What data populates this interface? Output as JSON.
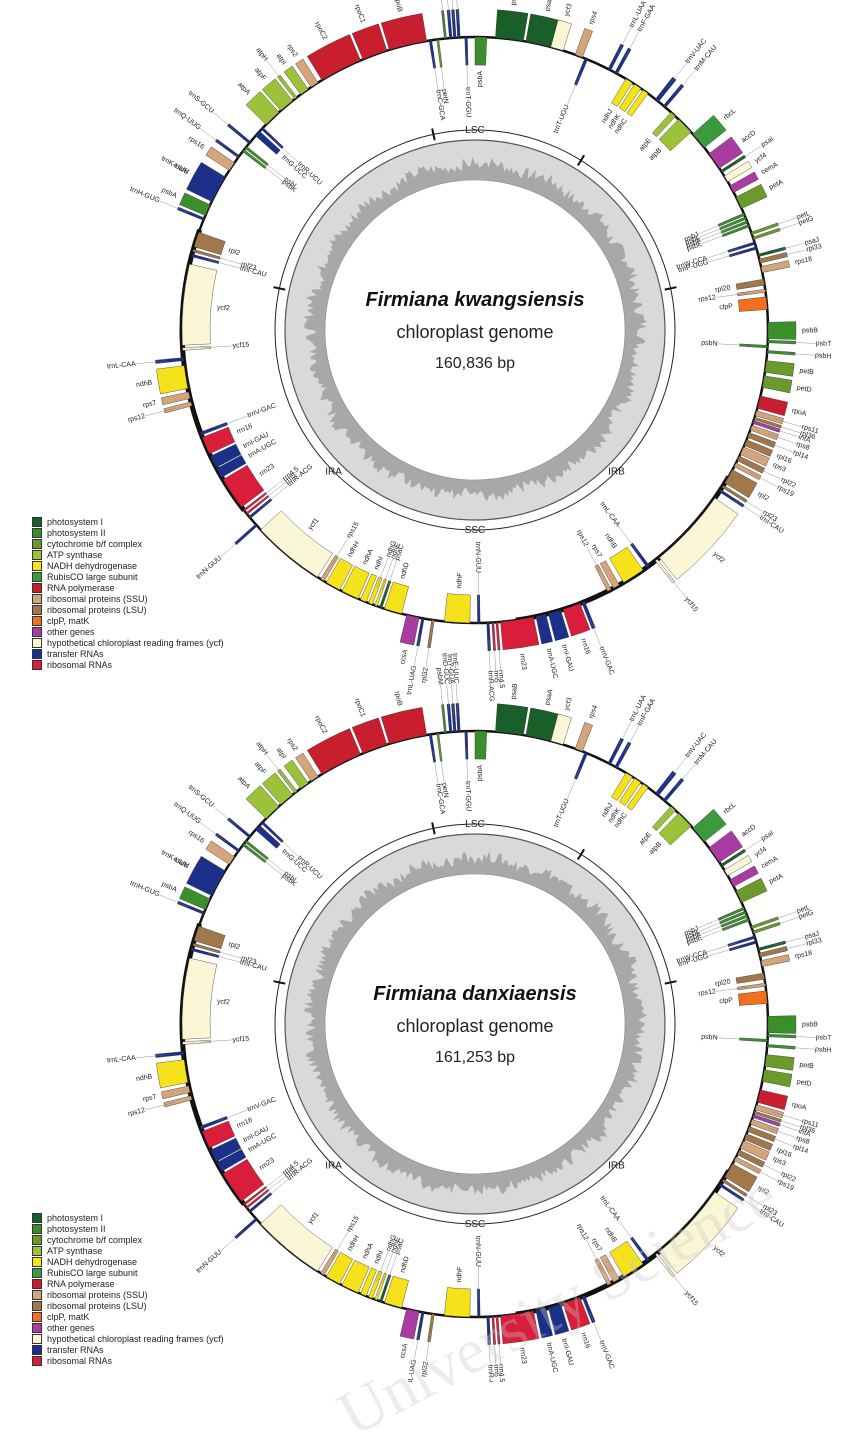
{
  "colors": {
    "photosystem_I": "#1a5e2a",
    "photosystem_II": "#3a8f2a",
    "cytochrome": "#6a9b2a",
    "atp": "#9cc23a",
    "ndh": "#f5e21a",
    "rubisco": "#3c9a3c",
    "rnapol": "#c81e2d",
    "rps": "#d4a57a",
    "rpl": "#a0784a",
    "clp": "#f07020",
    "other": "#a83ca0",
    "ycf": "#fbf6d6",
    "trna": "#1c2f8a",
    "rrna": "#d81e3a"
  },
  "legend": [
    {
      "label": "photosystem I",
      "color": "#1a5e2a"
    },
    {
      "label": "photosystem II",
      "color": "#3a8f2a"
    },
    {
      "label": "cytochrome b/f complex",
      "color": "#6a9b2a"
    },
    {
      "label": "ATP synthase",
      "color": "#9cc23a"
    },
    {
      "label": "NADH dehydrogenase",
      "color": "#f5e21a"
    },
    {
      "label": "RubisCO large subunit",
      "color": "#3c9a3c"
    },
    {
      "label": "RNA polymerase",
      "color": "#c81e2d"
    },
    {
      "label": "ribosomal proteins (SSU)",
      "color": "#d4a57a"
    },
    {
      "label": "ribosomal proteins (LSU)",
      "color": "#a0784a"
    },
    {
      "label": "clpP, matK",
      "color": "#f07020"
    },
    {
      "label": "other genes",
      "color": "#a83ca0"
    },
    {
      "label": "hypothetical chloroplast reading frames (ycf)",
      "color": "#fbf6d6"
    },
    {
      "label": "transfer RNAs",
      "color": "#1c2f8a"
    },
    {
      "label": "ribosomal RNAs",
      "color": "#d81e3a"
    }
  ],
  "maps": [
    {
      "species": "Firmiana kwangsiensis",
      "subtitle": "chloroplast genome",
      "length": "160,836 bp",
      "regions": {
        "lsc": "LSC",
        "irb": "IRB",
        "ssc": "SSC",
        "ira": "IRA"
      }
    },
    {
      "species": "Firmiana danxiaensis",
      "subtitle": "chloroplast genome",
      "length": "161,253 bp",
      "regions": {
        "lsc": "LSC",
        "irb": "IRB",
        "ssc": "SSC",
        "ira": "IRA"
      }
    }
  ],
  "genes": [
    {
      "name": "psbA",
      "a": 0,
      "w": 2.3,
      "side": "in",
      "cat": "photosystem_II"
    },
    {
      "name": "psaB",
      "a": 4,
      "w": 5.5,
      "side": "out",
      "cat": "photosystem_I"
    },
    {
      "name": "psaA",
      "a": 10,
      "w": 5.5,
      "side": "out",
      "cat": "photosystem_I"
    },
    {
      "name": "ycf3",
      "a": 15,
      "w": 2.5,
      "side": "out",
      "cat": "ycf"
    },
    {
      "name": "rps4",
      "a": 20,
      "w": 1.5,
      "side": "out",
      "cat": "rps"
    },
    {
      "name": "trnT-UGU",
      "a": 22,
      "w": 0.6,
      "side": "in",
      "cat": "trna"
    },
    {
      "name": "trnL-UAA",
      "a": 27,
      "w": 0.6,
      "side": "out",
      "cat": "trna"
    },
    {
      "name": "trnF-GAA",
      "a": 28.5,
      "w": 0.6,
      "side": "out",
      "cat": "trna"
    },
    {
      "name": "ndhJ",
      "a": 31,
      "w": 1.5,
      "side": "in",
      "cat": "ndh"
    },
    {
      "name": "ndhK",
      "a": 33,
      "w": 1.5,
      "side": "in",
      "cat": "ndh"
    },
    {
      "name": "ndhC",
      "a": 35,
      "w": 1.2,
      "side": "in",
      "cat": "ndh"
    },
    {
      "name": "trnV-UAC",
      "a": 38,
      "w": 0.8,
      "side": "out",
      "cat": "trna"
    },
    {
      "name": "trnM-CAU",
      "a": 40,
      "w": 0.6,
      "side": "out",
      "cat": "trna"
    },
    {
      "name": "atpE",
      "a": 42,
      "w": 1.2,
      "side": "in",
      "cat": "atp"
    },
    {
      "name": "atpB",
      "a": 44,
      "w": 3.5,
      "side": "in",
      "cat": "atp"
    },
    {
      "name": "rbcL",
      "a": 48,
      "w": 3.5,
      "side": "out",
      "cat": "rubisco"
    },
    {
      "name": "accD",
      "a": 53,
      "w": 3.5,
      "side": "out",
      "cat": "other"
    },
    {
      "name": "psaI",
      "a": 57,
      "w": 0.5,
      "side": "out",
      "cat": "photosystem_I"
    },
    {
      "name": "ycf4",
      "a": 58.3,
      "w": 1.3,
      "side": "out",
      "cat": "ycf"
    },
    {
      "name": "cemA",
      "a": 60.5,
      "w": 1.5,
      "side": "out",
      "cat": "other"
    },
    {
      "name": "petA",
      "a": 63,
      "w": 2.5,
      "side": "out",
      "cat": "cytochrome"
    },
    {
      "name": "psbJ",
      "a": 66.5,
      "w": 0.5,
      "side": "in",
      "cat": "photosystem_II"
    },
    {
      "name": "psbL",
      "a": 67.3,
      "w": 0.5,
      "side": "in",
      "cat": "photosystem_II"
    },
    {
      "name": "psbF",
      "a": 68.1,
      "w": 0.5,
      "side": "in",
      "cat": "photosystem_II"
    },
    {
      "name": "psbE",
      "a": 68.9,
      "w": 0.5,
      "side": "in",
      "cat": "photosystem_II"
    },
    {
      "name": "petL",
      "a": 70.5,
      "w": 0.5,
      "side": "out",
      "cat": "cytochrome"
    },
    {
      "name": "petG",
      "a": 71.5,
      "w": 0.5,
      "side": "out",
      "cat": "cytochrome"
    },
    {
      "name": "trnW-CCA",
      "a": 72.5,
      "w": 0.5,
      "side": "in",
      "cat": "trna"
    },
    {
      "name": "trnP-UGG",
      "a": 73.5,
      "w": 0.5,
      "side": "in",
      "cat": "trna"
    },
    {
      "name": "psaJ",
      "a": 75,
      "w": 0.5,
      "side": "out",
      "cat": "photosystem_I"
    },
    {
      "name": "rpl33",
      "a": 76,
      "w": 0.8,
      "side": "out",
      "cat": "rpl"
    },
    {
      "name": "rps18",
      "a": 77.5,
      "w": 1.2,
      "side": "out",
      "cat": "rps"
    },
    {
      "name": "rpl20",
      "a": 80,
      "w": 1.2,
      "side": "in",
      "cat": "rpl"
    },
    {
      "name": "rps12",
      "a": 82,
      "w": 0.6,
      "side": "in",
      "cat": "rps"
    },
    {
      "name": "clpP",
      "a": 83.5,
      "w": 2.5,
      "side": "in",
      "cat": "clp"
    },
    {
      "name": "psbB",
      "a": 88.5,
      "w": 3.2,
      "side": "out",
      "cat": "photosystem_II"
    },
    {
      "name": "psbT",
      "a": 92,
      "w": 0.5,
      "side": "out",
      "cat": "photosystem_II"
    },
    {
      "name": "psbN",
      "a": 93,
      "w": 0.5,
      "side": "in",
      "cat": "photosystem_II"
    },
    {
      "name": "psbH",
      "a": 94,
      "w": 0.5,
      "side": "out",
      "cat": "photosystem_II"
    },
    {
      "name": "petB",
      "a": 96,
      "w": 2.3,
      "side": "out",
      "cat": "cytochrome"
    },
    {
      "name": "petD",
      "a": 99,
      "w": 2.3,
      "side": "out",
      "cat": "cytochrome"
    },
    {
      "name": "rpoA",
      "a": 103,
      "w": 2.5,
      "side": "out",
      "cat": "rnapol"
    },
    {
      "name": "rps11",
      "a": 106,
      "w": 1.0,
      "side": "out",
      "cat": "rps"
    },
    {
      "name": "rpl36",
      "a": 107.3,
      "w": 0.5,
      "side": "out",
      "cat": "rpl"
    },
    {
      "name": "infA",
      "a": 108,
      "w": 0.6,
      "side": "out",
      "cat": "other"
    },
    {
      "name": "rps8",
      "a": 109,
      "w": 1.0,
      "side": "out",
      "cat": "rps"
    },
    {
      "name": "rpl14",
      "a": 110.5,
      "w": 1.0,
      "side": "out",
      "cat": "rpl"
    },
    {
      "name": "rpl16",
      "a": 112,
      "w": 1.2,
      "side": "out",
      "cat": "rpl"
    },
    {
      "name": "rps3",
      "a": 113.5,
      "w": 1.6,
      "side": "out",
      "cat": "rps"
    },
    {
      "name": "rpl22",
      "a": 115.5,
      "w": 1.0,
      "side": "out",
      "cat": "rpl"
    },
    {
      "name": "rps19",
      "a": 117,
      "w": 0.8,
      "side": "out",
      "cat": "rps"
    },
    {
      "name": "rpl2",
      "a": 118.5,
      "w": 3.0,
      "side": "out",
      "cat": "rpl"
    },
    {
      "name": "rpl23",
      "a": 122,
      "w": 0.5,
      "side": "out",
      "cat": "rpl"
    },
    {
      "name": "trnI-CAU",
      "a": 123,
      "w": 0.5,
      "side": "out",
      "cat": "trna"
    },
    {
      "name": "ycf2",
      "a": 125,
      "w": 16,
      "side": "out",
      "cat": "ycf"
    },
    {
      "name": "ycf15",
      "a": 141.5,
      "w": 0.5,
      "side": "out",
      "cat": "ycf"
    },
    {
      "name": "trnL-CAA",
      "a": 143.5,
      "w": 0.6,
      "side": "in",
      "cat": "trna"
    },
    {
      "name": "ndhB",
      "a": 145,
      "w": 4.5,
      "side": "in",
      "cat": "ndh"
    },
    {
      "name": "rps7",
      "a": 150.5,
      "w": 1.3,
      "side": "in",
      "cat": "rps"
    },
    {
      "name": "rps12",
      "a": 152.3,
      "w": 0.8,
      "side": "in",
      "cat": "rps"
    },
    {
      "name": "trnV-GAC",
      "a": 158,
      "w": 0.6,
      "side": "out",
      "cat": "trna"
    },
    {
      "name": "rrn16",
      "a": 159,
      "w": 3.5,
      "side": "out",
      "cat": "rrna"
    },
    {
      "name": "trnI-GAU",
      "a": 163,
      "w": 2.5,
      "side": "out",
      "cat": "trna"
    },
    {
      "name": "trnA-UGC",
      "a": 166,
      "w": 2.0,
      "side": "out",
      "cat": "trna"
    },
    {
      "name": "rrn23",
      "a": 168.5,
      "w": 6.5,
      "side": "out",
      "cat": "rrna"
    },
    {
      "name": "rrn4.5",
      "a": 175.5,
      "w": 0.4,
      "side": "out",
      "cat": "rrna"
    },
    {
      "name": "rrn5",
      "a": 176.3,
      "w": 0.4,
      "side": "out",
      "cat": "rrna"
    },
    {
      "name": "trnR-ACG",
      "a": 177.2,
      "w": 0.5,
      "side": "out",
      "cat": "trna"
    },
    {
      "name": "trnN-GUU",
      "a": 179,
      "w": 0.5,
      "side": "in",
      "cat": "trna"
    },
    {
      "name": "ndhF",
      "a": 181,
      "w": 5.0,
      "side": "in",
      "cat": "ndh"
    },
    {
      "name": "rpl32",
      "a": 188,
      "w": 0.5,
      "side": "out",
      "cat": "rpl"
    },
    {
      "name": "trnL-UAG",
      "a": 190,
      "w": 0.5,
      "side": "out",
      "cat": "trna"
    },
    {
      "name": "ccsA",
      "a": 191,
      "w": 2.5,
      "side": "out",
      "cat": "other"
    },
    {
      "name": "ndhD",
      "a": 194.5,
      "w": 3.5,
      "side": "in",
      "cat": "ndh"
    },
    {
      "name": "psaC",
      "a": 198.5,
      "w": 0.5,
      "side": "in",
      "cat": "photosystem_I"
    },
    {
      "name": "ndhE",
      "a": 199.5,
      "w": 0.5,
      "side": "in",
      "cat": "ndh"
    },
    {
      "name": "ndhG",
      "a": 200.5,
      "w": 0.8,
      "side": "in",
      "cat": "ndh"
    },
    {
      "name": "ndhI",
      "a": 201.8,
      "w": 1.2,
      "side": "in",
      "cat": "ndh"
    },
    {
      "name": "ndhA",
      "a": 203.5,
      "w": 3.5,
      "side": "in",
      "cat": "ndh"
    },
    {
      "name": "ndhH",
      "a": 207.5,
      "w": 3.0,
      "side": "in",
      "cat": "ndh"
    },
    {
      "name": "rps15",
      "a": 211,
      "w": 0.8,
      "side": "in",
      "cat": "rps"
    },
    {
      "name": "ycf1",
      "a": 212.5,
      "w": 14.5,
      "side": "in",
      "cat": "ycf"
    },
    {
      "name": "trnN-GUU",
      "a": 228,
      "w": 0.5,
      "side": "out",
      "cat": "trna"
    },
    {
      "name": "trnR-ACG",
      "a": 230,
      "w": 0.5,
      "side": "in",
      "cat": "trna"
    },
    {
      "name": "rrn5",
      "a": 231,
      "w": 0.4,
      "side": "in",
      "cat": "rrna"
    },
    {
      "name": "rrn4.5",
      "a": 231.8,
      "w": 0.4,
      "side": "in",
      "cat": "rrna"
    },
    {
      "name": "rrn23",
      "a": 232.8,
      "w": 6.5,
      "side": "in",
      "cat": "rrna"
    },
    {
      "name": "trnA-UGC",
      "a": 239.8,
      "w": 2.0,
      "side": "in",
      "cat": "trna"
    },
    {
      "name": "trnI-GAU",
      "a": 242,
      "w": 2.5,
      "side": "in",
      "cat": "trna"
    },
    {
      "name": "rrn16",
      "a": 245,
      "w": 3.5,
      "side": "in",
      "cat": "rrna"
    },
    {
      "name": "trnV-GAC",
      "a": 249,
      "w": 0.6,
      "side": "in",
      "cat": "trna"
    },
    {
      "name": "rps12",
      "a": 255,
      "w": 0.8,
      "side": "out",
      "cat": "rps"
    },
    {
      "name": "rps7",
      "a": 256.5,
      "w": 1.3,
      "side": "out",
      "cat": "rps"
    },
    {
      "name": "ndhB",
      "a": 258.5,
      "w": 4.5,
      "side": "out",
      "cat": "ndh"
    },
    {
      "name": "trnL-CAA",
      "a": 264,
      "w": 0.6,
      "side": "out",
      "cat": "trna"
    },
    {
      "name": "ycf15",
      "a": 266,
      "w": 0.5,
      "side": "in",
      "cat": "ycf"
    },
    {
      "name": "ycf2",
      "a": 267,
      "w": 16,
      "side": "in",
      "cat": "ycf"
    },
    {
      "name": "trnI-CAU",
      "a": 284.5,
      "w": 0.5,
      "side": "in",
      "cat": "trna"
    },
    {
      "name": "rpl23",
      "a": 285.5,
      "w": 0.5,
      "side": "in",
      "cat": "rpl"
    },
    {
      "name": "rpl2",
      "a": 286.5,
      "w": 3.0,
      "side": "in",
      "cat": "rpl"
    },
    {
      "name": "trnH-GUG",
      "a": 292,
      "w": 0.5,
      "side": "out",
      "cat": "trna"
    },
    {
      "name": "psbA",
      "a": 293,
      "w": 2.3,
      "side": "out",
      "cat": "photosystem_II"
    },
    {
      "name": "matK",
      "a": 297,
      "w": 3.5,
      "side": "out",
      "cat": "clp"
    },
    {
      "name": "trnK-UUU",
      "a": 296,
      "w": 5.5,
      "side": "out",
      "cat": "trna"
    },
    {
      "name": "rps16",
      "a": 303,
      "w": 1.8,
      "side": "out",
      "cat": "rps"
    },
    {
      "name": "trnQ-UUG",
      "a": 306,
      "w": 0.5,
      "side": "out",
      "cat": "trna"
    },
    {
      "name": "psbK",
      "a": 307.5,
      "w": 0.5,
      "side": "in",
      "cat": "photosystem_II"
    },
    {
      "name": "psbI",
      "a": 308.3,
      "w": 0.5,
      "side": "in",
      "cat": "photosystem_II"
    },
    {
      "name": "trnS-GCU",
      "a": 309.5,
      "w": 0.5,
      "side": "out",
      "cat": "trna"
    },
    {
      "name": "trnG-UCC",
      "a": 311.5,
      "w": 1.2,
      "side": "in",
      "cat": "trna"
    },
    {
      "name": "trnR-UCU",
      "a": 313.2,
      "w": 0.5,
      "side": "in",
      "cat": "trna"
    },
    {
      "name": "atpA",
      "a": 314.5,
      "w": 3.5,
      "side": "out",
      "cat": "atp"
    },
    {
      "name": "atpF",
      "a": 318.5,
      "w": 3.0,
      "side": "out",
      "cat": "atp"
    },
    {
      "name": "atpH",
      "a": 322,
      "w": 0.6,
      "side": "out",
      "cat": "atp"
    },
    {
      "name": "atpI",
      "a": 323.5,
      "w": 1.8,
      "side": "out",
      "cat": "atp"
    },
    {
      "name": "rps2",
      "a": 326,
      "w": 1.6,
      "side": "out",
      "cat": "rps"
    },
    {
      "name": "rpoC2",
      "a": 328.5,
      "w": 8.5,
      "side": "out",
      "cat": "rnapol"
    },
    {
      "name": "rpoC1",
      "a": 337.5,
      "w": 5.0,
      "side": "out",
      "cat": "rnapol"
    },
    {
      "name": "rpoB",
      "a": 343,
      "w": 7.5,
      "side": "out",
      "cat": "rnapol"
    },
    {
      "name": "trnC-GCA",
      "a": 351,
      "w": 0.5,
      "side": "in",
      "cat": "trna"
    },
    {
      "name": "petN",
      "a": 352.5,
      "w": 0.4,
      "side": "in",
      "cat": "cytochrome"
    },
    {
      "name": "psbM",
      "a": 354,
      "w": 0.4,
      "side": "out",
      "cat": "photosystem_II"
    },
    {
      "name": "trnD-GUC",
      "a": 355,
      "w": 0.5,
      "side": "out",
      "cat": "trna"
    },
    {
      "name": "trnY-GUA",
      "a": 355.8,
      "w": 0.5,
      "side": "out",
      "cat": "trna"
    },
    {
      "name": "trnE-UUC",
      "a": 356.6,
      "w": 0.5,
      "side": "out",
      "cat": "trna"
    },
    {
      "name": "trnT-GGU",
      "a": 358,
      "w": 0.5,
      "side": "in",
      "cat": "trna"
    }
  ],
  "watermark": "University Science"
}
